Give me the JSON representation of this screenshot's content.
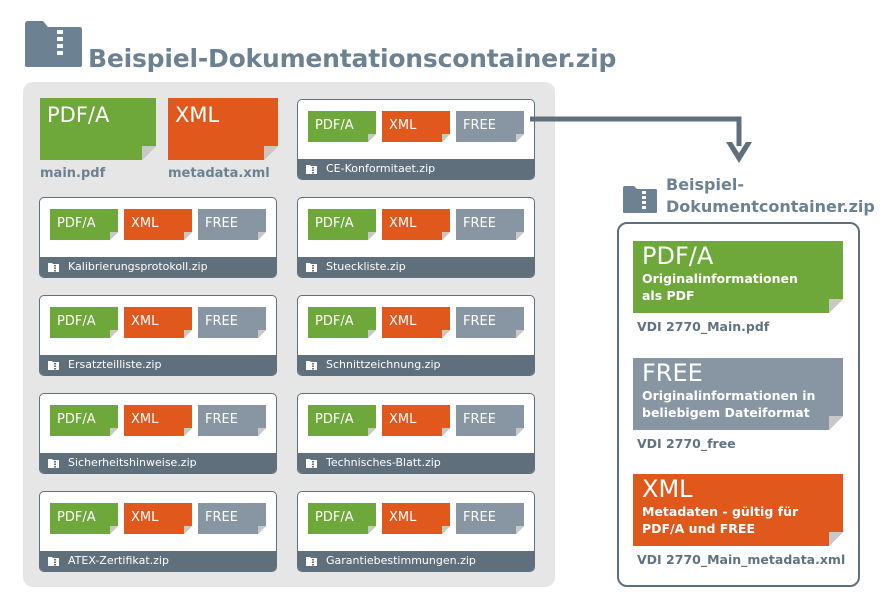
{
  "colors": {
    "pdfa": "#6ea73a",
    "xml": "#e0581c",
    "free": "#8796a2",
    "dark": "#5f6f7c",
    "title": "#6c8292",
    "panel": "#e6e6e6"
  },
  "main": {
    "title": "Beispiel-Dokumentationscontainer.zip",
    "top_files": [
      {
        "type": "PDF/A",
        "filename": "main.pdf"
      },
      {
        "type": "XML",
        "filename": "metadata.xml"
      }
    ],
    "tile_labels": {
      "pdfa": "PDF/A",
      "xml": "XML",
      "free": "FREE"
    },
    "cards": [
      {
        "name": "CE-Konformitaet.zip"
      },
      {
        "name": "Kalibrierungsprotokoll.zip"
      },
      {
        "name": "Stueckliste.zip"
      },
      {
        "name": "Ersatzteilliste.zip"
      },
      {
        "name": "Schnittzeichnung.zip"
      },
      {
        "name": "Sicherheitshinweise.zip"
      },
      {
        "name": "Technisches-Blatt.zip"
      },
      {
        "name": "ATEX-Zertifikat.zip"
      },
      {
        "name": "Garantiebestimmungen.zip"
      }
    ]
  },
  "detail": {
    "title_line1": "Beispiel-",
    "title_line2": "Dokumentcontainer.zip",
    "docs": [
      {
        "head": "PDF/A",
        "sub1": "Originalinformationen",
        "sub2": "als PDF",
        "file": "VDI 2770_Main.pdf"
      },
      {
        "head": "FREE",
        "sub1": "Originalinformationen in",
        "sub2": "beliebigem Dateiformat",
        "file": "VDI 2770_free"
      },
      {
        "head": "XML",
        "sub1": "Metadaten - gültig für",
        "sub2": "PDF/A und FREE",
        "file": "VDI 2770_Main_metadata.xml"
      }
    ]
  }
}
